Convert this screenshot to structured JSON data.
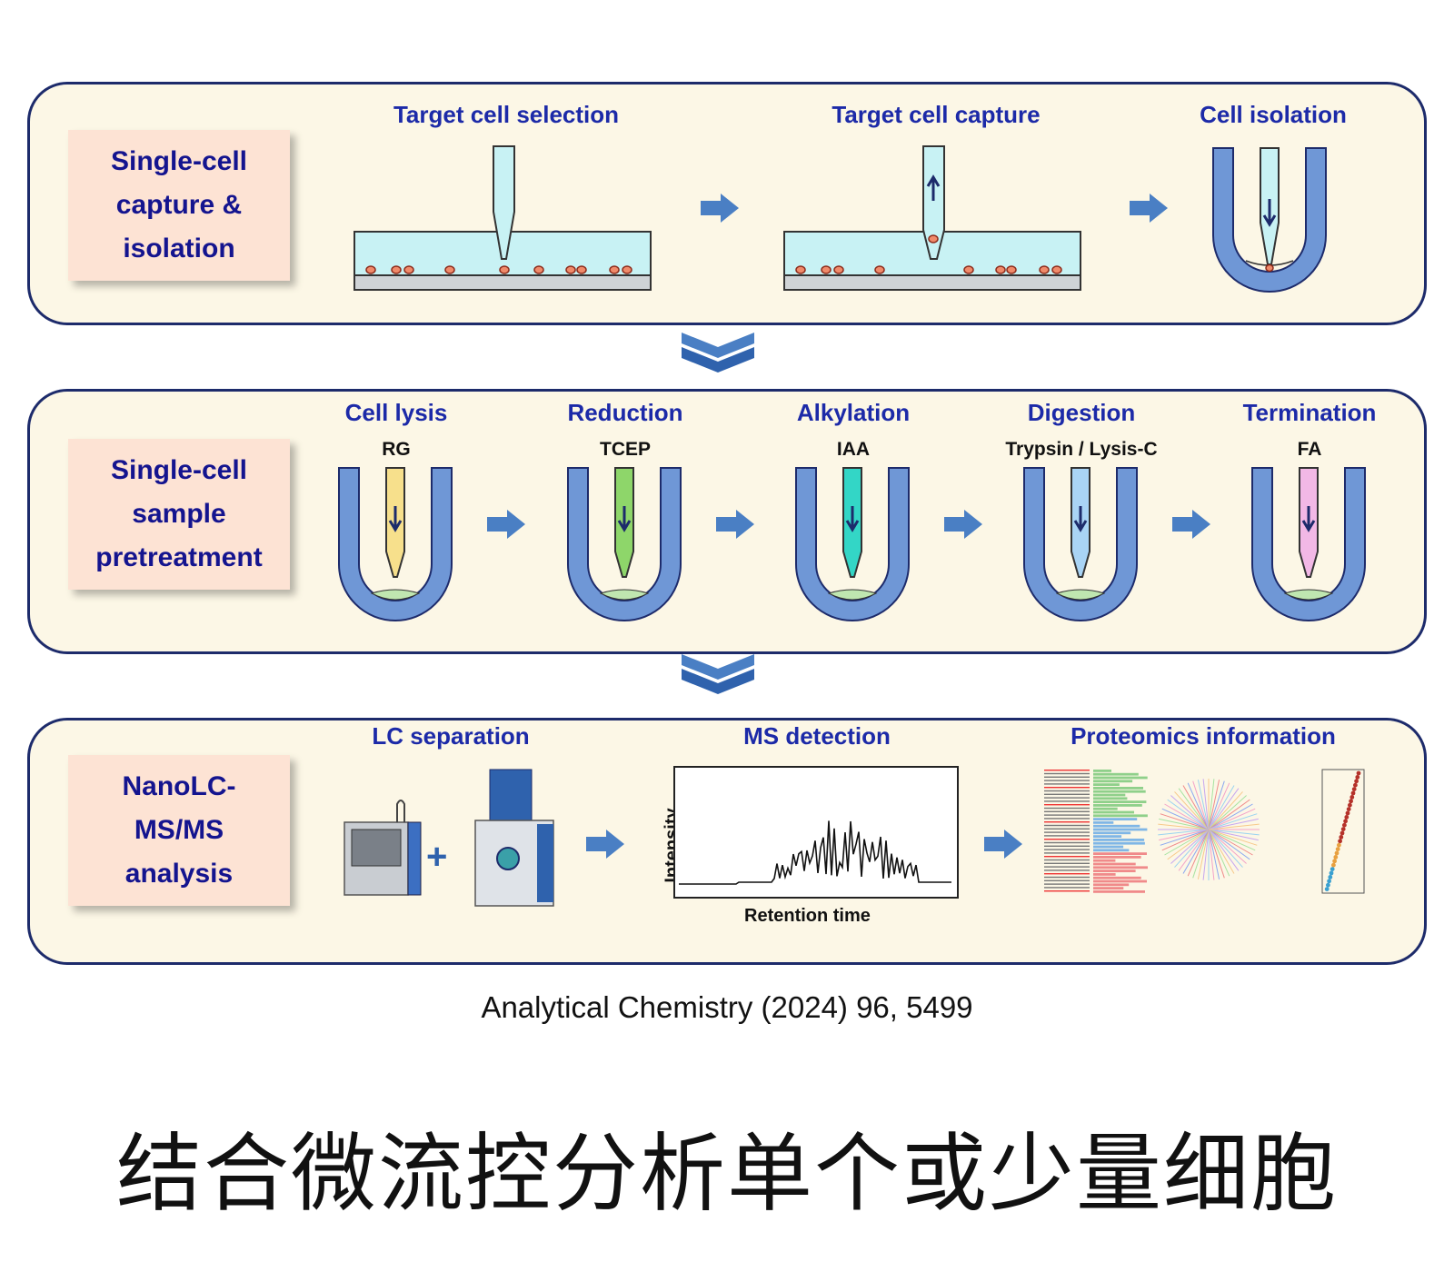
{
  "panels": [
    {
      "label_lines": [
        "Single-cell",
        "capture &",
        "isolation"
      ],
      "steps": [
        "Target cell selection",
        "Target cell capture",
        "Cell isolation"
      ]
    },
    {
      "label_lines": [
        "Single-cell",
        "sample",
        "pretreatment"
      ],
      "steps": [
        "Cell lysis",
        "Reduction",
        "Alkylation",
        "Digestion",
        "Termination"
      ],
      "reagents": [
        "RG",
        "TCEP",
        "IAA",
        "Trypsin / Lysis-C",
        "FA"
      ],
      "reagent_colors": [
        "#f7e08c",
        "#8ed66a",
        "#33d6c6",
        "#a9d4f5",
        "#f2b8e6"
      ]
    },
    {
      "label_lines": [
        "NanoLC-",
        "MS/MS",
        "analysis"
      ],
      "steps": [
        "LC separation",
        "MS detection",
        "Proteomics information"
      ],
      "chromatogram": {
        "ylabel": "Intensity",
        "xlabel": "Retention time"
      }
    }
  ],
  "citation": "Analytical Chemistry (2024) 96, 5499",
  "chinese_title": "结合微流控分析单个或少量细胞",
  "colors": {
    "panel_bg": "#fcf7e6",
    "panel_border": "#1d2b6b",
    "title_blue": "#1c2aa8",
    "label_bg": "#fde3d4",
    "tube_blue": "#6f97d6",
    "arrow_blue": "#4a7fc4"
  }
}
